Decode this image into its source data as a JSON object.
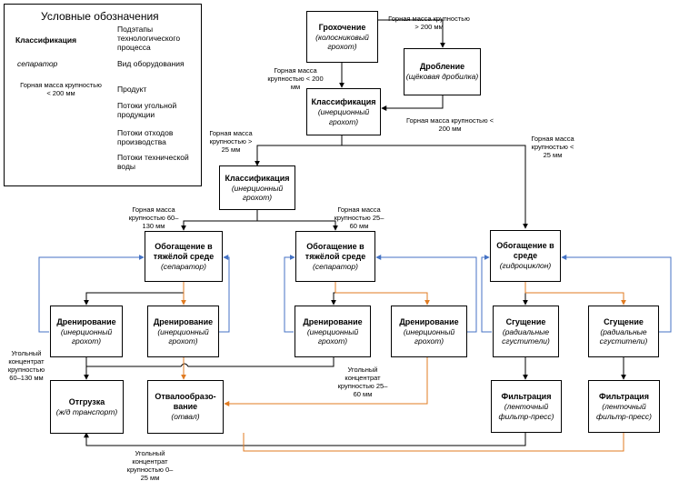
{
  "colors": {
    "coal": "#000000",
    "waste": "#e07b22",
    "water": "#4472c4"
  },
  "legend": {
    "title": "Условные обозначения",
    "stage_example": "Классификация",
    "stage_desc": "Подэтапы технологического процесса",
    "equipment_example": "сепаратор",
    "equipment_desc": "Вид оборудования",
    "product_example": "Горная масса крупностью < 200 мм",
    "product_desc": "Продукт",
    "coal_desc": "Потоки угольной продукции",
    "waste_desc": "Потоки отходов производства",
    "water_desc": "Потоки технической воды"
  },
  "boxes": {
    "screening": {
      "title": "Грохочение",
      "sub": "(колосниковый грохот)"
    },
    "crushing": {
      "title": "Дробление",
      "sub": "(щёковая дробилка)"
    },
    "class1": {
      "title": "Классификация",
      "sub": "(инерционный грохот)"
    },
    "class2": {
      "title": "Классификация",
      "sub": "(инерционный грохот)"
    },
    "hm1": {
      "title": "Обогащение в тяжёлой среде",
      "sub": "(сепаратор)"
    },
    "hm2": {
      "title": "Обогащение в тяжёлой среде",
      "sub": "(сепаратор)"
    },
    "hm3": {
      "title": "Обогащение в среде",
      "sub": "(гидроциклон)"
    },
    "dr1": {
      "title": "Дренирование",
      "sub": "(инерционный грохот)"
    },
    "dr2": {
      "title": "Дренирование",
      "sub": "(инерционный грохот)"
    },
    "dr3": {
      "title": "Дренирование",
      "sub": "(инерционный грохот)"
    },
    "dr4": {
      "title": "Дренирование",
      "sub": "(инерционный грохот)"
    },
    "th1": {
      "title": "Сгущение",
      "sub": "(радиальные сгустители)"
    },
    "th2": {
      "title": "Сгущение",
      "sub": "(радиальные сгустители)"
    },
    "ship": {
      "title": "Отгрузка",
      "sub": "(ж/д транспорт)"
    },
    "dump": {
      "title": "Отвалообразо-вание",
      "sub": "(отвал)"
    },
    "flt1": {
      "title": "Фильтрация",
      "sub": "(ленточный фильтр-пресс)"
    },
    "flt2": {
      "title": "Фильтрация",
      "sub": "(ленточный фильтр-пресс)"
    }
  },
  "labels": {
    "gt200": "Горная масса крупностью > 200 мм",
    "lt200a": "Горная масса крупностью < 200 мм",
    "lt200b": "Горная масса крупностью < 200 мм",
    "gt25": "Горная масса крупностью > 25 мм",
    "lt25": "Горная масса крупностью < 25 мм",
    "r60_130": "Горная масса крупностью 60–130 мм",
    "r25_60": "Горная масса крупностью 25–60 мм",
    "conc60": "Угольный концентрат крупностью 60–130 мм",
    "conc25": "Угольный концентрат крупностью 25–60 мм",
    "conc0": "Угольный концентрат крупностью 0–25 мм"
  }
}
